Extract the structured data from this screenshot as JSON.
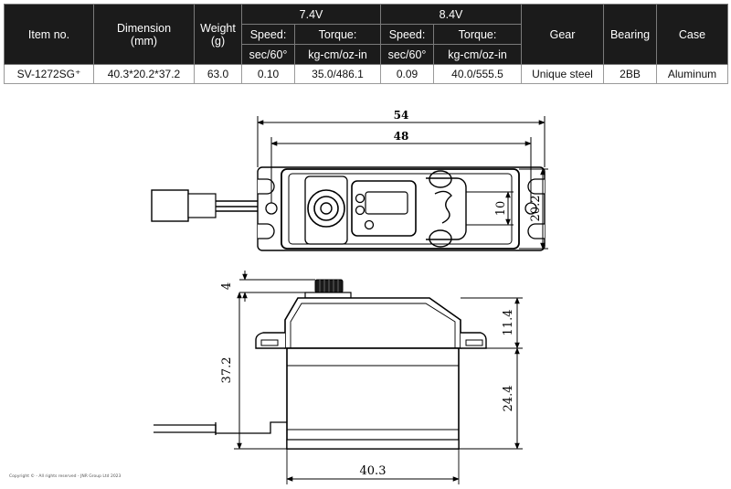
{
  "table": {
    "headers": {
      "item_no": "Item no.",
      "dimension": "Dimension",
      "dimension_unit": "(mm)",
      "weight": "Weight",
      "weight_unit": "(g)",
      "v74": "7.4V",
      "v84": "8.4V",
      "speed": "Speed:",
      "torque": "Torque:",
      "speed_unit": "sec/60°",
      "torque_unit": "kg-cm/oz-in",
      "gear": "Gear",
      "bearing": "Bearing",
      "case": "Case"
    },
    "row": {
      "item_no": "SV-1272SG⁺",
      "dimension": "40.3*20.2*37.2",
      "weight": "63.0",
      "speed_74": "0.10",
      "torque_74": "35.0/486.1",
      "speed_84": "0.09",
      "torque_84": "40.0/555.5",
      "gear": "Unique steel",
      "bearing": "2BB",
      "case": "Aluminum"
    }
  },
  "drawing": {
    "top_view": {
      "overall_length": "54",
      "mount_hole_spacing": "48",
      "hole_spacing_vertical": "10",
      "width": "20.2"
    },
    "side_view": {
      "spline_height": "4",
      "upper_case_height": "11.4",
      "total_height": "37.2",
      "lower_case_height": "24.4",
      "body_length": "40.3"
    }
  },
  "footer": {
    "copyright": "Copyright © - All rights reserved - JNR Group Ltd 2023"
  }
}
